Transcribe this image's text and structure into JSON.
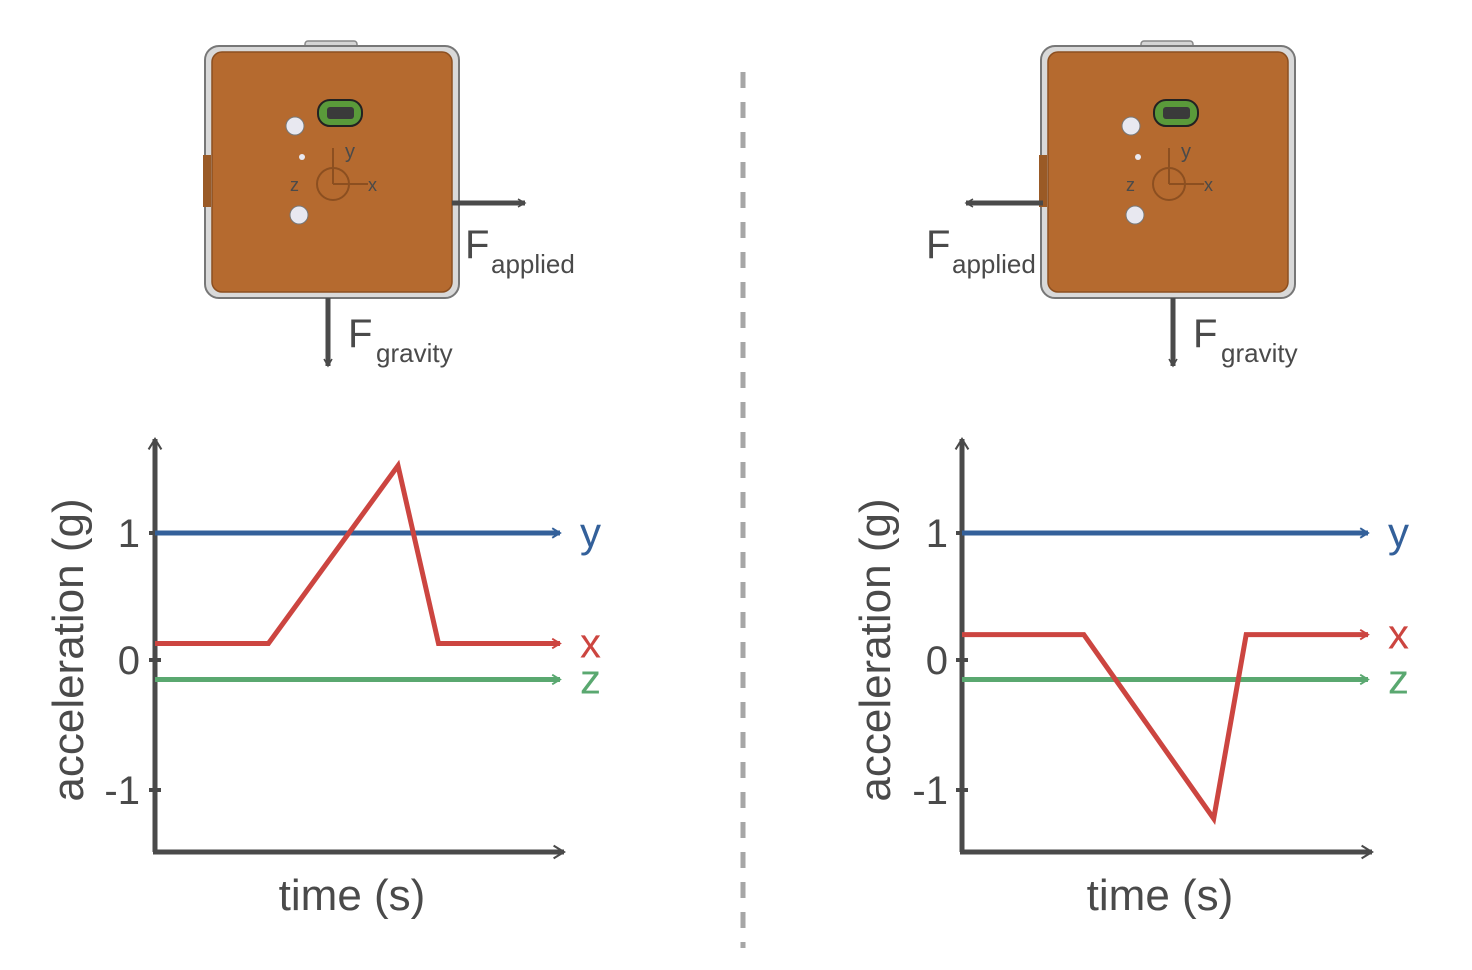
{
  "colors": {
    "device_body": "#b56a2f",
    "device_frame": "#c9c9c9",
    "axis": "#4a4a4a",
    "x": "#cc4540",
    "y": "#33609a",
    "z": "#5aa870",
    "divider": "#a6a6a6"
  },
  "force_labels": {
    "base": "F",
    "applied": "applied",
    "gravity": "gravity"
  },
  "device_marking": {
    "y": "y",
    "x": "x",
    "z": "z"
  },
  "chart_data": [
    {
      "type": "line",
      "panel": "left",
      "xlabel": "time (s)",
      "ylabel": "acceleration (g)",
      "yticks": [
        "1",
        "0",
        "-1"
      ],
      "ylim": [
        -1.5,
        1.5
      ],
      "xlim": [
        0,
        10
      ],
      "series": [
        {
          "name": "y",
          "x": [
            0,
            10
          ],
          "values": [
            1.0,
            1.0
          ]
        },
        {
          "name": "x",
          "x": [
            0,
            2.8,
            6.0,
            7.0,
            10
          ],
          "values": [
            0.13,
            0.13,
            1.53,
            0.13,
            0.13
          ]
        },
        {
          "name": "z",
          "x": [
            0,
            10
          ],
          "values": [
            -0.15,
            -0.15
          ]
        }
      ]
    },
    {
      "type": "line",
      "panel": "right",
      "xlabel": "time (s)",
      "ylabel": "acceleration (g)",
      "yticks": [
        "1",
        "0",
        "-1"
      ],
      "ylim": [
        -1.5,
        1.5
      ],
      "xlim": [
        0,
        10
      ],
      "series": [
        {
          "name": "y",
          "x": [
            0,
            10
          ],
          "values": [
            1.0,
            1.0
          ]
        },
        {
          "name": "x",
          "x": [
            0,
            3.0,
            6.2,
            7.0,
            10
          ],
          "values": [
            0.2,
            0.2,
            -1.22,
            0.2,
            0.2
          ]
        },
        {
          "name": "z",
          "x": [
            0,
            10
          ],
          "values": [
            -0.15,
            -0.15
          ]
        }
      ]
    }
  ]
}
